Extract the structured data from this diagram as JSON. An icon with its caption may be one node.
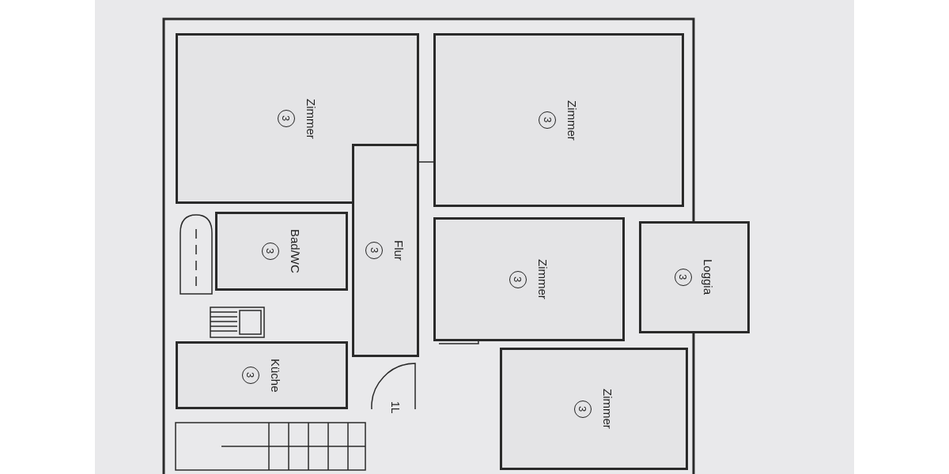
{
  "diagram": {
    "nodes": [
      {
        "text": [
          "Zimmer",
          "3"
        ]
      },
      {
        "text": [
          "Zimmer",
          "3"
        ]
      },
      {
        "text": [
          "Bad/WC",
          "3"
        ]
      },
      {
        "text": [
          "Flur",
          "3"
        ]
      },
      {
        "text": [
          "Zimmer",
          "3"
        ]
      },
      {
        "text": [
          "Loggia",
          "3"
        ]
      },
      {
        "text": [
          "Küche",
          "3"
        ]
      },
      {
        "text": [
          "Zimmer",
          "3"
        ]
      }
    ],
    "edges": [],
    "labels": [
      "1L"
    ]
  }
}
